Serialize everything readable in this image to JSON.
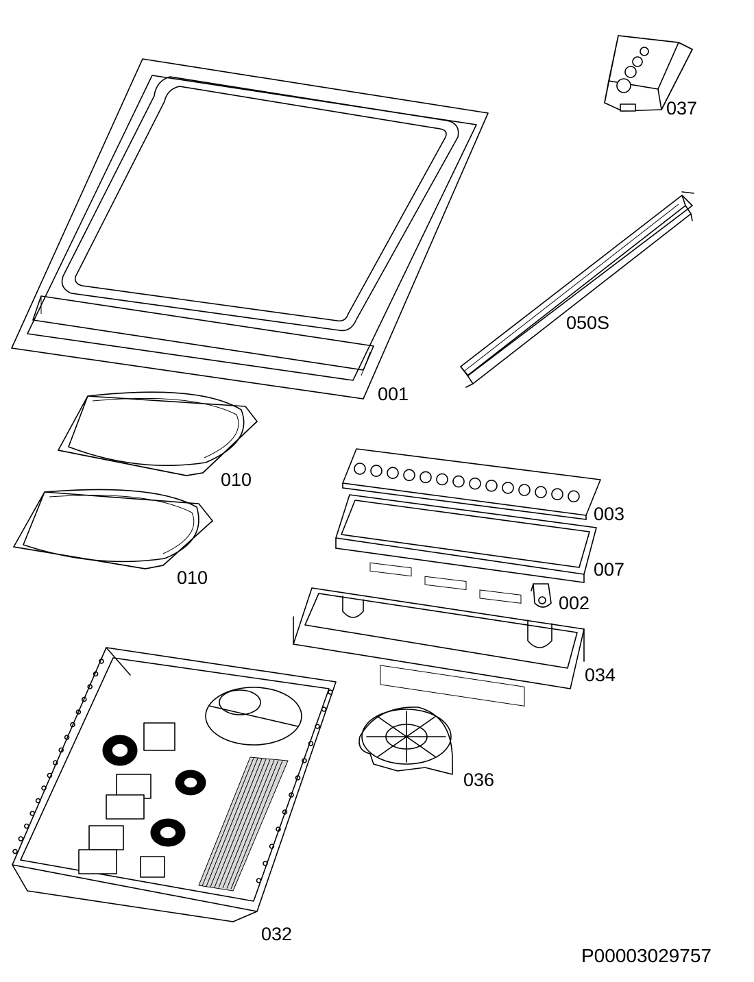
{
  "diagram": {
    "parts": [
      {
        "id": "hob-top-glass",
        "label": "001"
      },
      {
        "id": "terminal-block",
        "label": "037"
      },
      {
        "id": "side-profile-strip",
        "label": "050S"
      },
      {
        "id": "heat-insulation-upper",
        "label": "010"
      },
      {
        "id": "heat-insulation-lower",
        "label": "010"
      },
      {
        "id": "control-board",
        "label": "003"
      },
      {
        "id": "control-board-housing",
        "label": "007"
      },
      {
        "id": "clip",
        "label": "002"
      },
      {
        "id": "control-bracket",
        "label": "034"
      },
      {
        "id": "cooling-fan",
        "label": "036"
      },
      {
        "id": "induction-base-module",
        "label": "032"
      }
    ],
    "document_number": "P00003029757"
  }
}
